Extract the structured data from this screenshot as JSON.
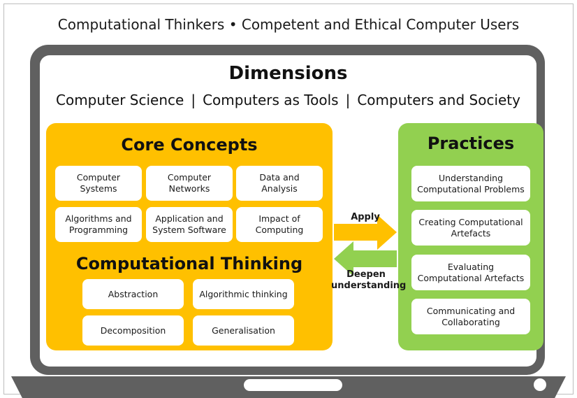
{
  "tagline": "Computational Thinkers • Competent and Ethical Computer Users",
  "dimensions": {
    "title": "Dimensions",
    "items": [
      "Computer Science",
      "Computers as Tools",
      "Computers and Society"
    ],
    "separator": "|"
  },
  "core_concepts": {
    "title": "Core Concepts",
    "items": [
      "Computer Systems",
      "Computer Networks",
      "Data and Analysis",
      "Algorithms and Programming",
      "Application and System Software",
      "Impact of Computing"
    ]
  },
  "computational_thinking": {
    "title": "Computational Thinking",
    "items": [
      "Abstraction",
      "Algorithmic thinking",
      "Decomposition",
      "Generalisation"
    ]
  },
  "practices": {
    "title": "Practices",
    "items": [
      "Understanding Computational Problems",
      "Creating Computational Artefacts",
      "Evaluating Computational Artefacts",
      "Communicating and Collaborating"
    ]
  },
  "arrows": {
    "apply": "Apply",
    "deepen": "Deepen understanding"
  },
  "colors": {
    "core": "#ffc000",
    "practices": "#92d050",
    "laptop": "#606060",
    "apply_arrow": "#ffc000",
    "deepen_arrow": "#92d050"
  }
}
